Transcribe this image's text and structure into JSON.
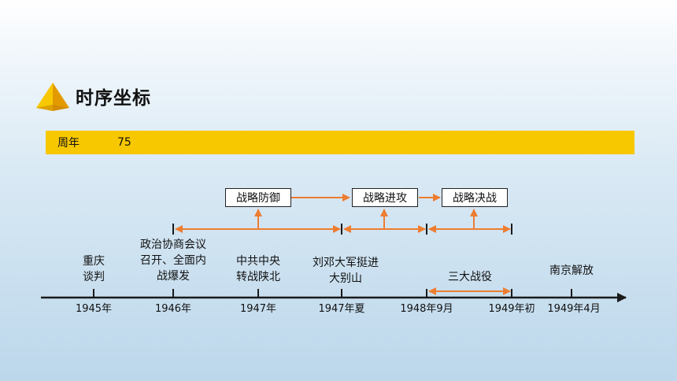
{
  "title": "时序坐标",
  "band": {
    "label": "周年",
    "value": "75"
  },
  "phases": [
    "战略防御",
    "战略进攻",
    "战略决战"
  ],
  "events": {
    "chongqing": [
      "重庆",
      "谈判"
    ],
    "zhengxie": [
      "政治协商会议",
      "召开、全面内",
      "战爆发"
    ],
    "zhonggong": [
      "中共中央",
      "转战陕北"
    ],
    "liudeng": [
      "刘邓大军挺进",
      "大别山"
    ],
    "sanda": "三大战役",
    "nanjing": "南京解放"
  },
  "years": [
    "1945年",
    "1946年",
    "1947年",
    "1947年夏",
    "1948年9月",
    "1949年初",
    "1949年4月"
  ],
  "colors": {
    "accent": "#f7c800",
    "arrow": "#ed7d31",
    "axis": "#1a1a1a"
  }
}
